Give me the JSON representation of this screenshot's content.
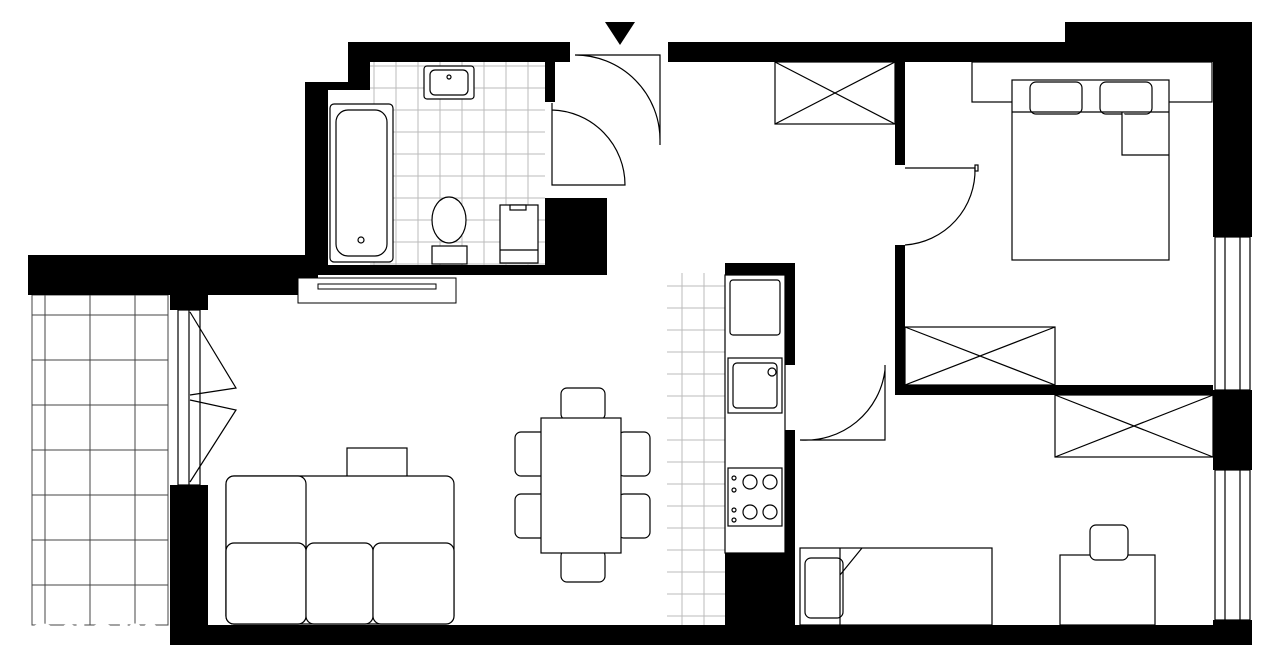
{
  "watermark": {
    "text": "otodom"
  },
  "colors": {
    "wall": "#000000",
    "line": "#333333",
    "background": "#ffffff"
  },
  "rooms": [
    "bathroom",
    "hallway",
    "living-room",
    "kitchen",
    "bedroom",
    "second-room",
    "balcony"
  ]
}
